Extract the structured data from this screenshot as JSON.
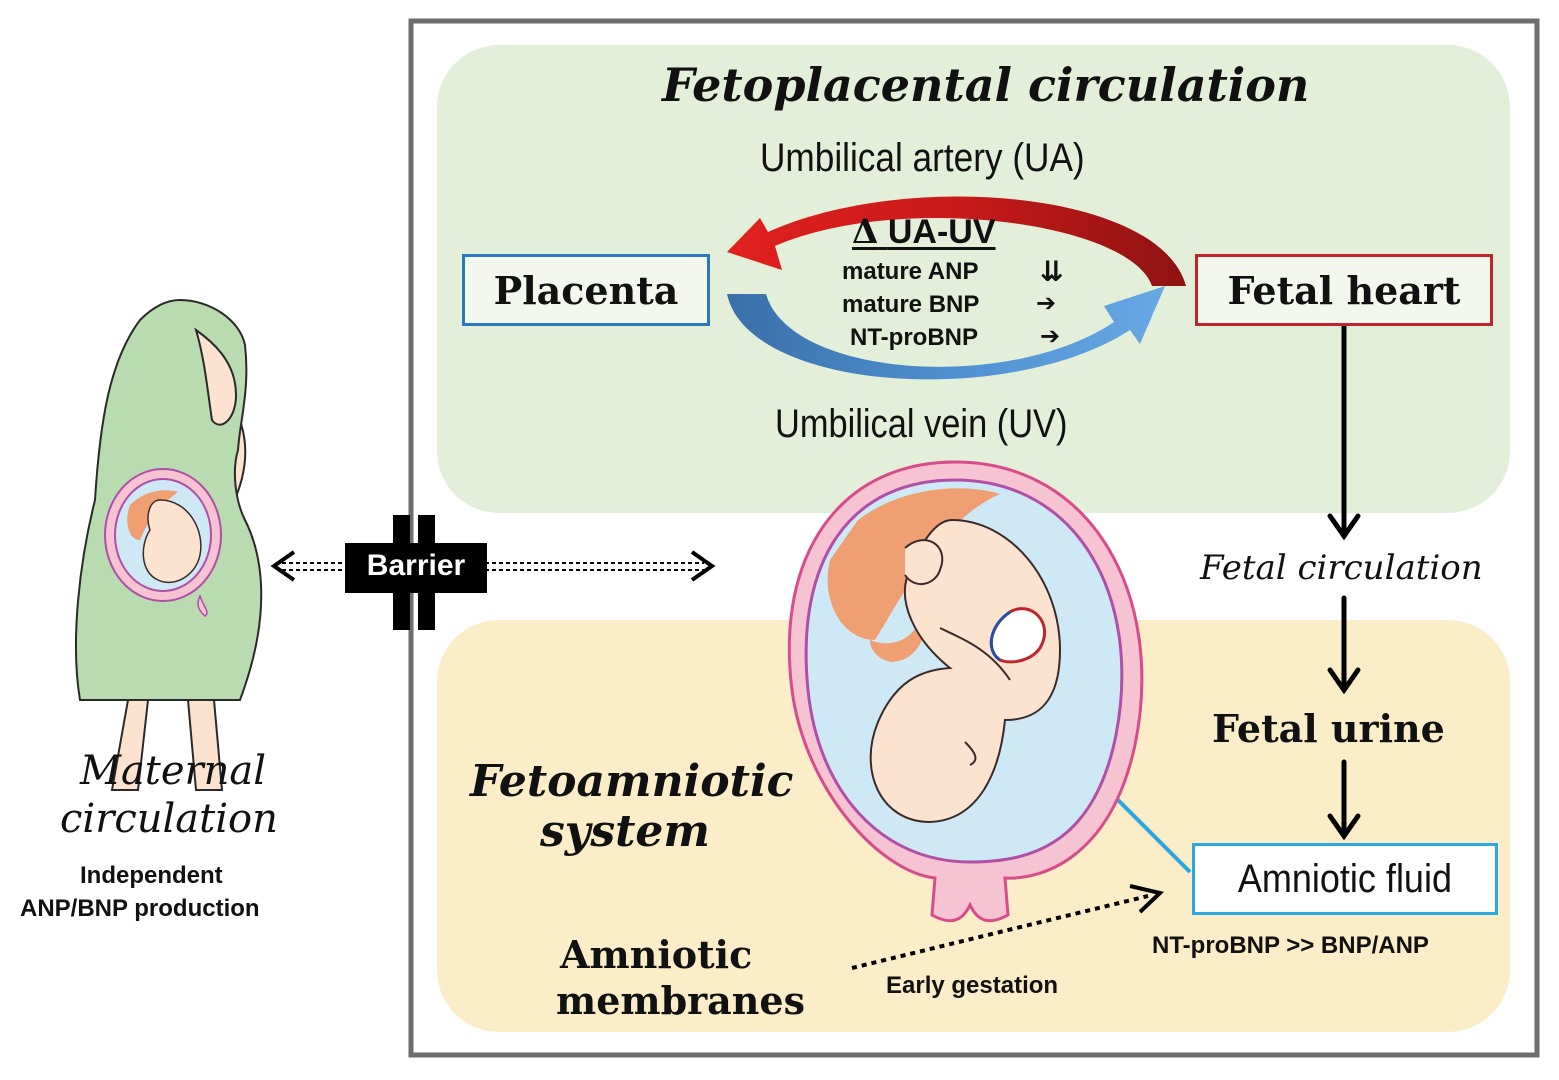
{
  "regions": {
    "fetoplacental_title": "Fetoplacental circulation",
    "fetoamniotic_title_line1": "Fetoamniotic",
    "fetoamniotic_title_line2": "system"
  },
  "nodes": {
    "placenta": "Placenta",
    "fetal_heart": "Fetal heart",
    "fetal_urine": "Fetal urine",
    "amniotic_fluid": "Amniotic fluid",
    "amniotic_membranes_line1": "Amniotic",
    "amniotic_membranes_line2": "membranes"
  },
  "vessels": {
    "artery": "Umbilical artery (UA)",
    "vein": "Umbilical vein (UV)"
  },
  "delta": {
    "symbol": "Δ",
    "heading": "UA-UV",
    "rows": [
      {
        "label": "mature ANP",
        "trend": "⇊"
      },
      {
        "label": "mature BNP",
        "trend": "➔"
      },
      {
        "label": "NT-proBNP",
        "trend": "➔"
      }
    ]
  },
  "labels": {
    "fetal_circulation": "Fetal circulation",
    "amniotic_ratio": "NT-proBNP >> BNP/ANP",
    "early_gestation": "Early gestation",
    "barrier": "Barrier",
    "maternal_line1": "Maternal",
    "maternal_line2": "circulation",
    "independent_line1": "Independent",
    "independent_line2": "ANP/BNP production"
  },
  "colors": {
    "fetoplacental_bg": "#e3efd8",
    "fetoamniotic_bg": "#faedc8",
    "placenta_border": "#2a78c2",
    "fetal_heart_border": "#c0252b",
    "amniotic_border": "#2aa9e0",
    "artery_arrow": "#c81a1a",
    "vein_arrow": "#4a8fcf",
    "dress": "#b9dbb0",
    "skin": "#fbe3cf",
    "uterus": "#f8c9d6",
    "fluid": "#cfe8f6",
    "placenta_tissue": "#ef9f72"
  }
}
